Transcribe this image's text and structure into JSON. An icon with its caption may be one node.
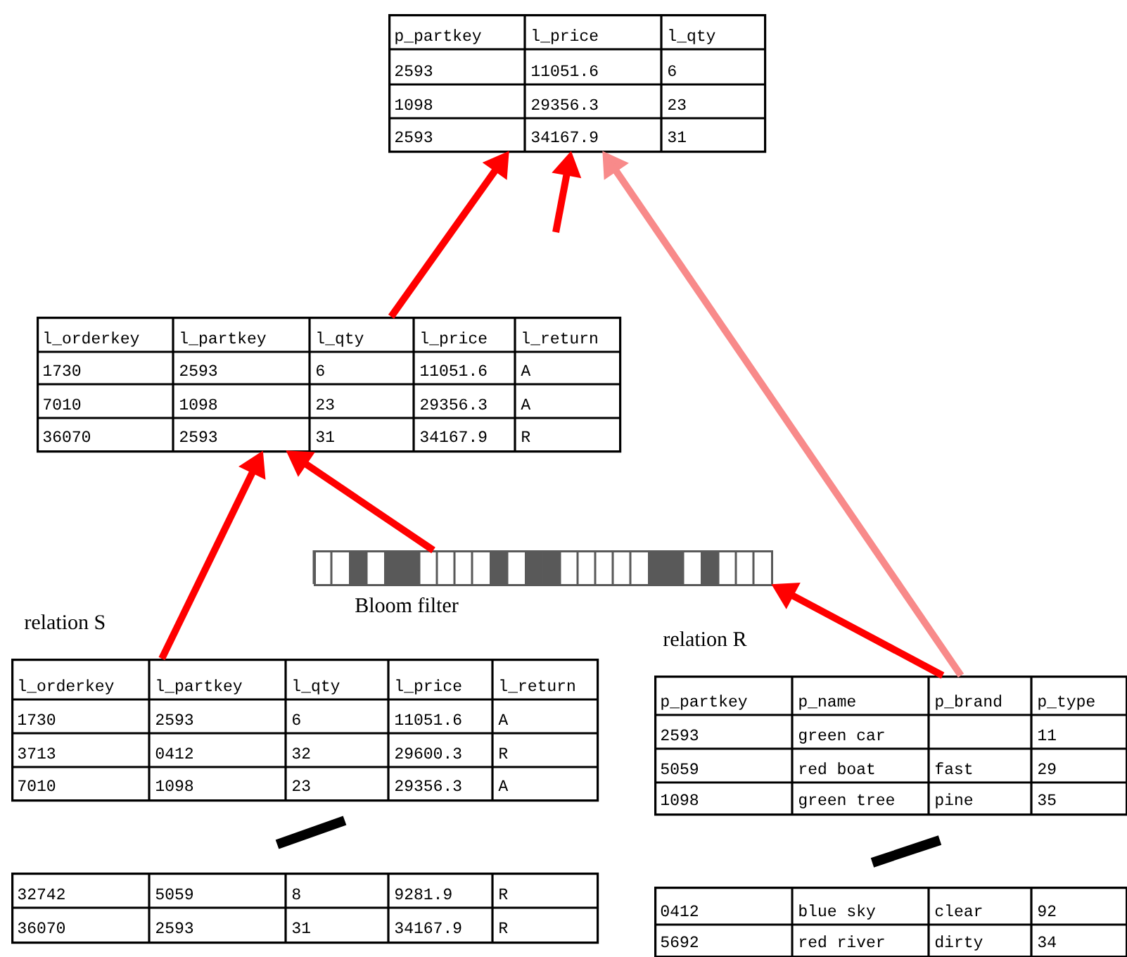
{
  "diagram": {
    "nodes": [
      {
        "text": [
          "p_partkey",
          "l_price",
          "l_qty",
          "2593",
          "11051.6",
          "6",
          "1098",
          "29356.3",
          "23",
          "2593",
          "34167.9",
          "31"
        ]
      },
      {
        "text": [
          "l_orderkey",
          "l_partkey",
          "l_qty",
          "l_price",
          "l_return",
          "1730",
          "2593",
          "6",
          "11051.6",
          "A",
          "7010",
          "1098",
          "23",
          "29356.3",
          "A",
          "36070",
          "2593",
          "31",
          "34167.9",
          "R"
        ]
      },
      {
        "text": [
          "l_orderkey",
          "l_partkey",
          "l_qty",
          "l_price",
          "l_return",
          "1730",
          "2593",
          "6",
          "11051.6",
          "A",
          "3713",
          "0412",
          "32",
          "29600.3",
          "R",
          "7010",
          "1098",
          "23",
          "29356.3",
          "A"
        ],
        "beside": [
          "relation S"
        ]
      },
      {
        "text": [
          "32742",
          "5059",
          "8",
          "9281.9",
          "R",
          "36070",
          "2593",
          "31",
          "34167.9",
          "R"
        ]
      },
      {
        "text": [
          "Bloom filter"
        ]
      },
      {
        "text": [
          "p_partkey",
          "p_name",
          "p_brand",
          "p_type",
          "2593",
          "green car",
          "11",
          "5059",
          "red boat",
          "fast",
          "29",
          "1098",
          "green tree",
          "pine",
          "35"
        ],
        "beside": [
          "relation R"
        ]
      },
      {
        "text": [
          "0412",
          "blue sky",
          "clear",
          "92",
          "5692",
          "red river",
          "dirty",
          "34"
        ]
      }
    ],
    "edges": [
      {
        "from": 2,
        "to": 1,
        "arrow": "to"
      },
      {
        "from": 4,
        "to": 1,
        "arrow": "to"
      },
      {
        "from": 5,
        "to": 4,
        "arrow": "to"
      },
      {
        "from": 1,
        "to": 0,
        "arrow": "to"
      },
      {
        "from": 5,
        "to": 0,
        "arrow": "to",
        "color": "#f88a8a"
      },
      {
        "from": null,
        "to": 0,
        "arrow": "to"
      }
    ]
  }
}
